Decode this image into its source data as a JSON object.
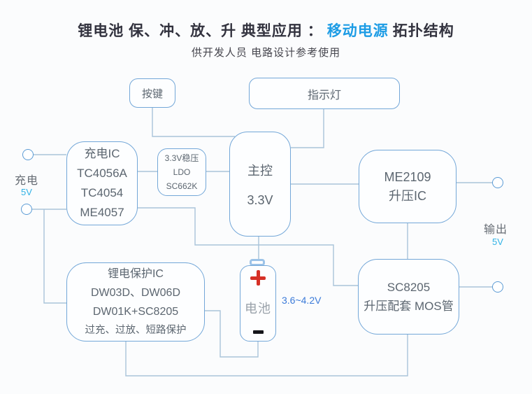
{
  "title": {
    "prefix": "锂电池 保、冲、放、升 典型应用 ：",
    "highlight": "移动电源",
    "suffix": "拓扑结构"
  },
  "subtitle": "供开发人员 电路设计参考使用",
  "nodes": {
    "button": {
      "label": "按键"
    },
    "indicator": {
      "label": "指示灯"
    },
    "charge_ic": {
      "lines": [
        "充电IC",
        "TC4056A",
        "TC4054",
        "ME4057"
      ]
    },
    "ldo": {
      "lines": [
        "3.3V稳压",
        "LDO",
        "SC662K"
      ]
    },
    "mcu": {
      "lines": [
        "主控",
        "3.3V"
      ]
    },
    "boost_ic": {
      "lines": [
        "ME2109",
        "升压IC"
      ]
    },
    "protect_ic": {
      "lines": [
        "锂电保护IC",
        "DW03D、DW06D",
        "DW01K+SC8205",
        "过充、过放、短路保护"
      ]
    },
    "mos": {
      "lines": [
        "SC8205",
        "升压配套 MOS管"
      ]
    },
    "battery": {
      "label": "电池",
      "range": "3.6~4.2V"
    }
  },
  "terminals": {
    "input": {
      "label": "充电",
      "voltage": "5V"
    },
    "output": {
      "label": "输出",
      "voltage": "5V"
    }
  },
  "colors": {
    "accent_blue": "#1d9ce5",
    "box_border": "#73a7d8",
    "wire": "#a9c4da",
    "box_text": "#5c6670",
    "voltage_cyan": "#30b2e6",
    "battery_range_blue": "#3c7bd9",
    "plus_red": "#d63026",
    "minus_black": "#15151a"
  }
}
